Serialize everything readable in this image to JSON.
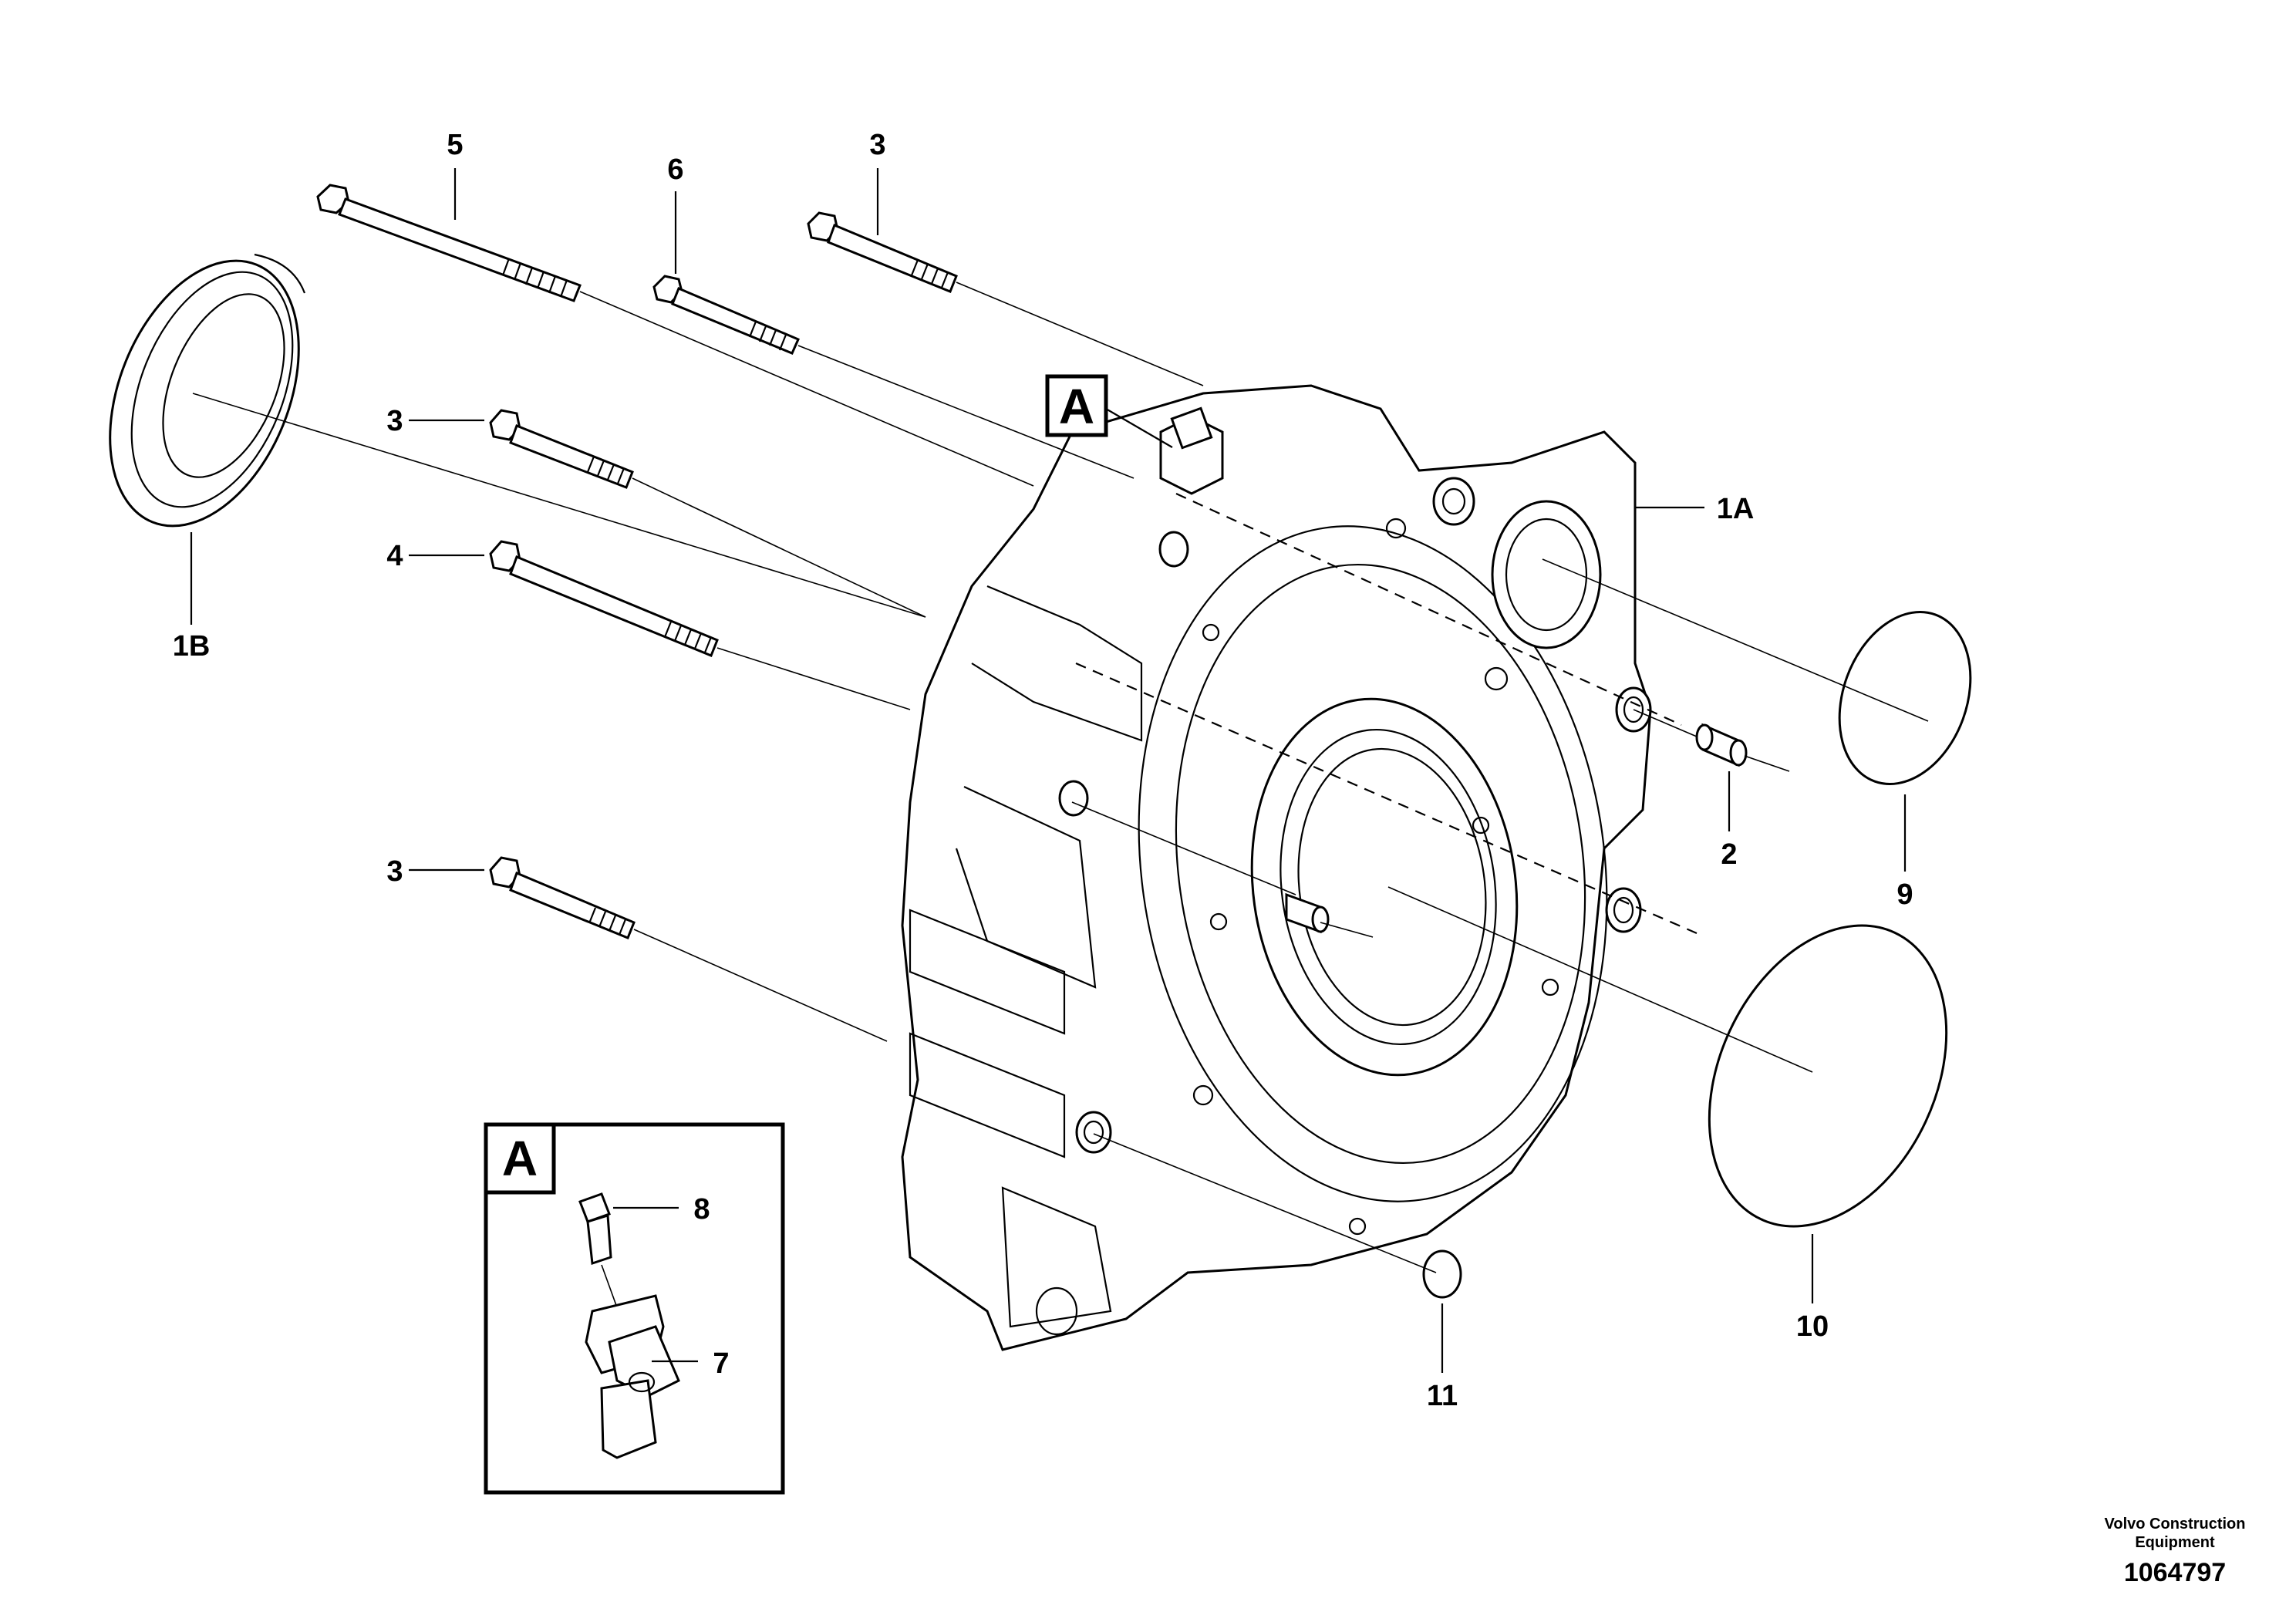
{
  "callouts": {
    "c5": "5",
    "c6": "6",
    "c3_top": "3",
    "c3_mid": "3",
    "c3_low": "3",
    "c4": "4",
    "c1A": "1A",
    "c1B": "1B",
    "c2": "2",
    "c9": "9",
    "c10": "10",
    "c11": "11",
    "c8": "8",
    "c7": "7"
  },
  "detail_marker": "A",
  "detail_box_marker": "A",
  "credit": {
    "line1": "Volvo Construction",
    "line2": "Equipment"
  },
  "drawing_number": "1064797"
}
